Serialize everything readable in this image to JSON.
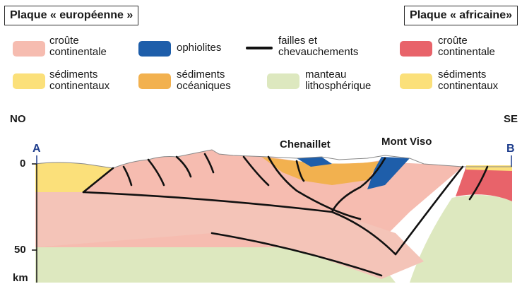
{
  "plates": {
    "european": "Plaque « européenne »",
    "african": "Plaque « africaine»"
  },
  "legend": {
    "continental_crust_eu": "croûte\ncontinentale",
    "ophiolites": "ophiolites",
    "faults": "failles et\nchevauchements",
    "continental_crust_af": "croûte\ncontinentale",
    "continental_sediments_eu": "sédiments\ncontinentaux",
    "oceanic_sediments": "sédiments\nocéaniques",
    "lithospheric_mantle": "manteau\nlithosphérique",
    "continental_sediments_af": "sédiments\ncontinentaux"
  },
  "colors": {
    "crust_eu": "#f6bcb0",
    "crust_af": "#e8636a",
    "ophiolite": "#1e5eaa",
    "sediment_cont": "#fbe07a",
    "sediment_ocean": "#f2b14f",
    "mantle": "#dde8bf",
    "fault": "#111111"
  },
  "directions": {
    "left": "NO",
    "right": "SE"
  },
  "points": {
    "a": "A",
    "b": "B"
  },
  "places": {
    "chenaillet": "Chenaillet",
    "mont_viso": "Mont Viso"
  },
  "axis": {
    "tick_0": "0",
    "tick_50": "50",
    "unit": "km"
  }
}
